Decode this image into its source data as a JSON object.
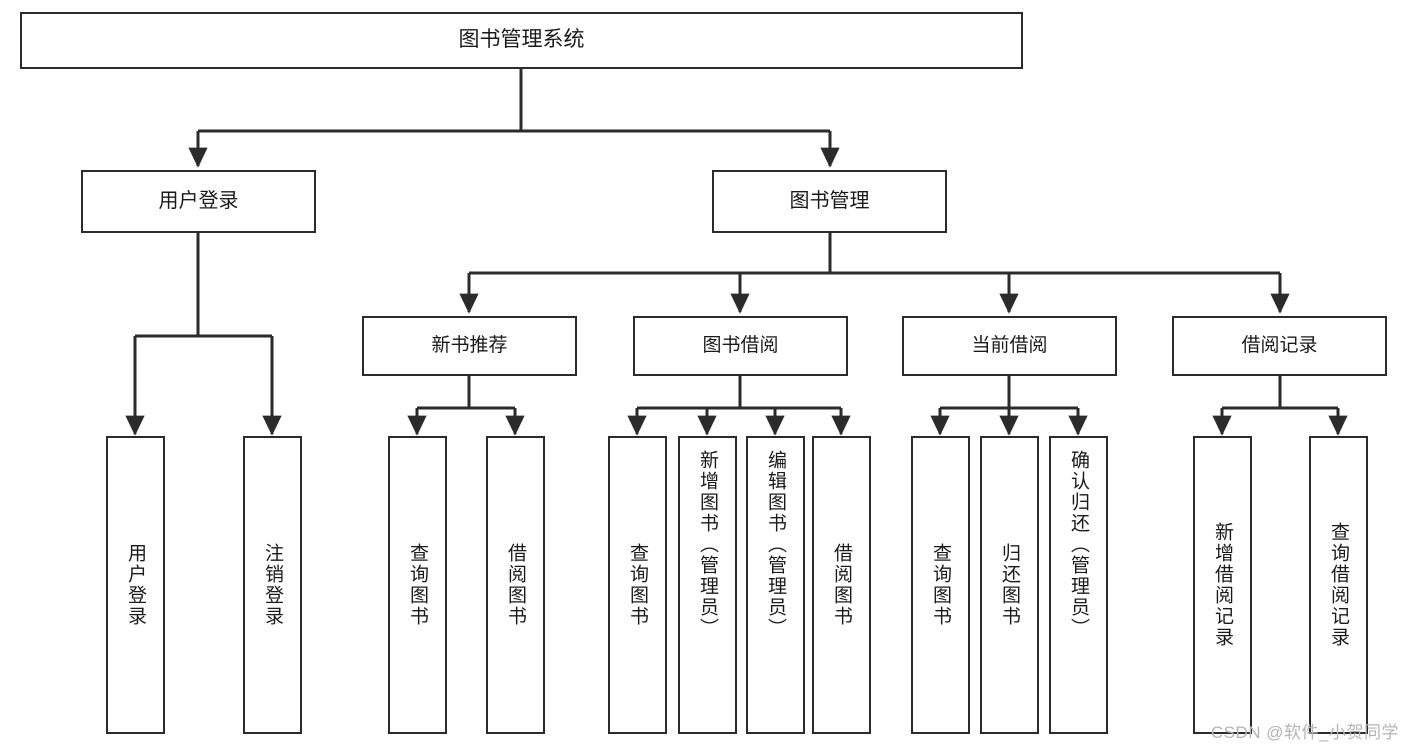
{
  "diagram": {
    "type": "tree-hierarchy",
    "title": "图书管理系统",
    "orientation": "top-down",
    "colors": {
      "box_border": "#2b2b2b",
      "box_fill": "#ffffff",
      "edge": "#2b2b2b",
      "text": "#1a1a1a",
      "watermark": "#b4b4b4",
      "background": "#ffffff"
    },
    "nodes": {
      "root": {
        "label": "图书管理系统"
      },
      "level2": [
        {
          "id": "user-login",
          "label": "用户登录"
        },
        {
          "id": "book-manage",
          "label": "图书管理"
        }
      ],
      "level3": [
        {
          "id": "new-book-recommend",
          "label": "新书推荐"
        },
        {
          "id": "book-borrow",
          "label": "图书借阅"
        },
        {
          "id": "current-borrow",
          "label": "当前借阅"
        },
        {
          "id": "borrow-record",
          "label": "借阅记录"
        }
      ],
      "leaves": {
        "user-login": [
          {
            "id": "leaf-user-login",
            "label": "用户登录"
          },
          {
            "id": "leaf-logout",
            "label": "注销登录"
          }
        ],
        "new-book-recommend": [
          {
            "id": "leaf-query-book-1",
            "label": "查询图书"
          },
          {
            "id": "leaf-borrow-book-1",
            "label": "借阅图书"
          }
        ],
        "book-borrow": [
          {
            "id": "leaf-query-book-2",
            "label": "查询图书"
          },
          {
            "id": "leaf-add-book",
            "label": "新增图书（管理员）"
          },
          {
            "id": "leaf-edit-book",
            "label": "编辑图书（管理员）"
          },
          {
            "id": "leaf-borrow-book-2",
            "label": "借阅图书"
          }
        ],
        "current-borrow": [
          {
            "id": "leaf-query-book-3",
            "label": "查询图书"
          },
          {
            "id": "leaf-return-book",
            "label": "归还图书"
          },
          {
            "id": "leaf-confirm-return",
            "label": "确认归还（管理员）"
          }
        ],
        "borrow-record": [
          {
            "id": "leaf-add-record",
            "label": "新增借阅记录"
          },
          {
            "id": "leaf-query-record",
            "label": "查询借阅记录"
          }
        ]
      }
    },
    "watermark": "CSDN @软件_小贺同学"
  }
}
